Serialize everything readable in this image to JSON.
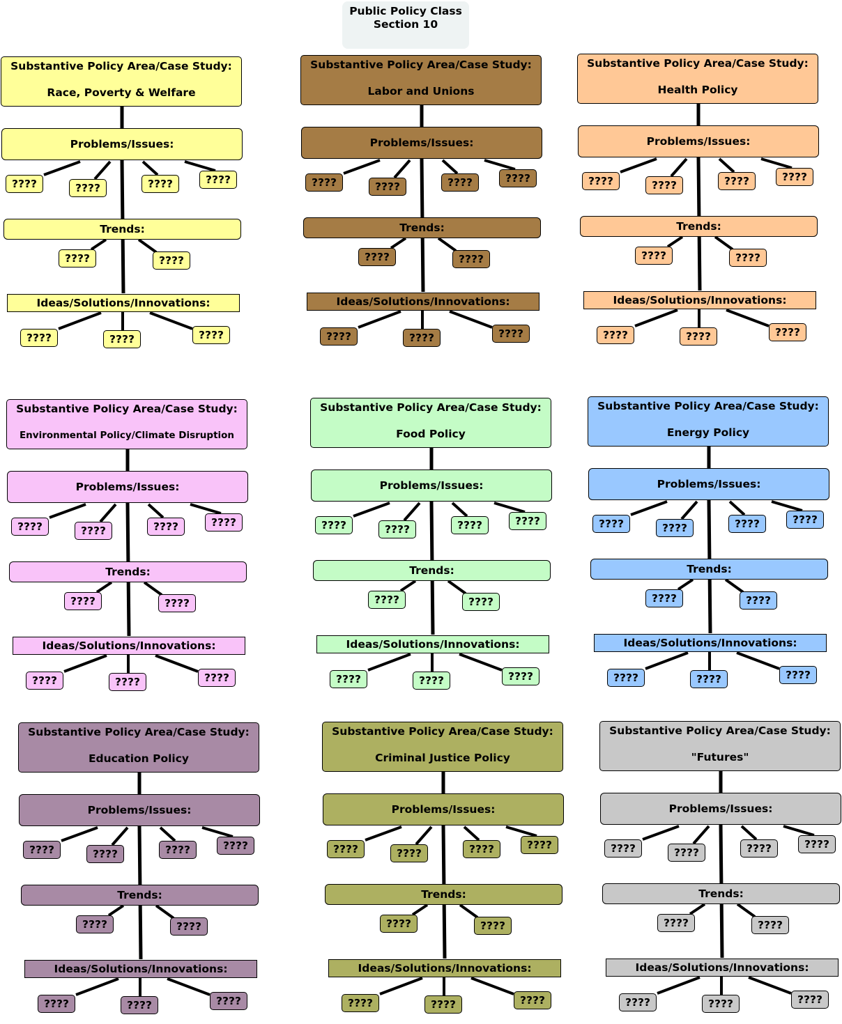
{
  "title": {
    "line1": "Public Policy Class",
    "line2": "Section 10"
  },
  "labels": {
    "heading": "Substantive Policy Area/Case Study:",
    "problems": "Problems/Issues:",
    "trends": "Trends:",
    "ideas": "Ideas/Solutions/Innovations:",
    "placeholder": "????"
  },
  "clusters": [
    {
      "name": "Race, Poverty & Welfare",
      "color": "#ffff99"
    },
    {
      "name": "Labor and Unions",
      "color": "#a57c45"
    },
    {
      "name": "Health Policy",
      "color": "#ffc896"
    },
    {
      "name": "Environmental Policy/Climate Disruption",
      "color": "#f9c3f9"
    },
    {
      "name": "Food Policy",
      "color": "#c4fcc6"
    },
    {
      "name": "Energy Policy",
      "color": "#99c8ff"
    },
    {
      "name": "Education Policy",
      "color": "#a88aa5"
    },
    {
      "name": "Criminal Justice Policy",
      "color": "#adb061"
    },
    {
      "name": "\"Futures\"",
      "color": "#c8c8c8"
    }
  ]
}
